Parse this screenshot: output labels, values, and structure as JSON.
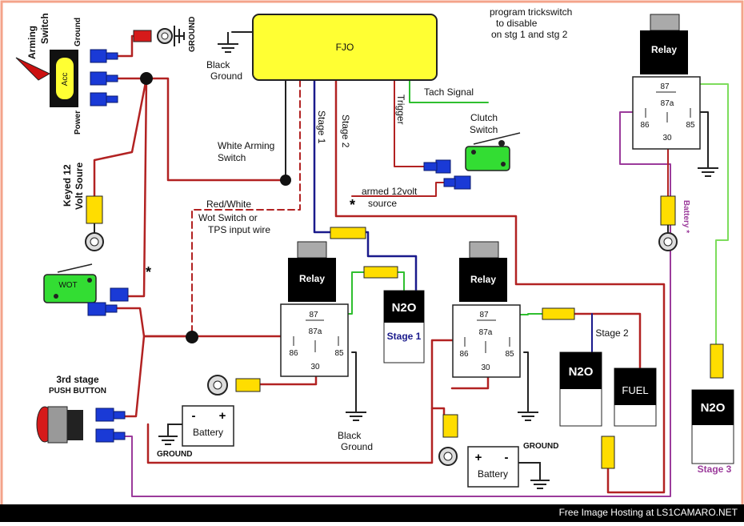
{
  "labels": {
    "program_note_1": "program trickswitch",
    "program_note_2": "to disable",
    "program_note_3": "on stg 1 and stg 2",
    "arming_switch_1": "Arming",
    "arming_switch_2": "Switch",
    "ground_top": "Ground",
    "acc": "Acc",
    "power": "Power",
    "ground_top_right": "GROUND",
    "keyed_1": "Keyed 12",
    "keyed_2": "Volt Soure",
    "fjo": "FJO",
    "black_ground_1": "Black",
    "black_ground_2": "Ground",
    "tach_signal": "Tach Signal",
    "stage1_wire": "Stage 1",
    "stage2_wire": "Stage 2",
    "trigger": "Trigger",
    "clutch_1": "Clutch",
    "clutch_2": "Switch",
    "white_arming_1": "White Arming",
    "white_arming_2": "Switch",
    "armed_1": "armed 12volt",
    "armed_2": "source",
    "red_white": "Red/White",
    "wot_switch_1": "Wot Switch or",
    "wot_switch_2": "TPS input wire",
    "wot": "WOT",
    "asterisk": "*",
    "relay": "Relay",
    "pin_87": "87",
    "pin_87a": "87a",
    "pin_86": "86",
    "pin_85": "85",
    "pin_30": "30",
    "n2o": "N2O",
    "stage_1": "Stage 1",
    "stage_2": "Stage 2",
    "stage_3": "Stage 3",
    "fuel": "FUEL",
    "battery": "Battery",
    "battery_star": "Battery *",
    "plus": "+",
    "minus": "-",
    "ground_caps": "GROUND",
    "third_stage_1": "3rd stage",
    "third_stage_2": "PUSH BUTTON",
    "black_ground_mid_1": "Black",
    "black_ground_mid_2": "Ground",
    "footer": "Free Image Hosting at LS1CAMARO.NET"
  }
}
